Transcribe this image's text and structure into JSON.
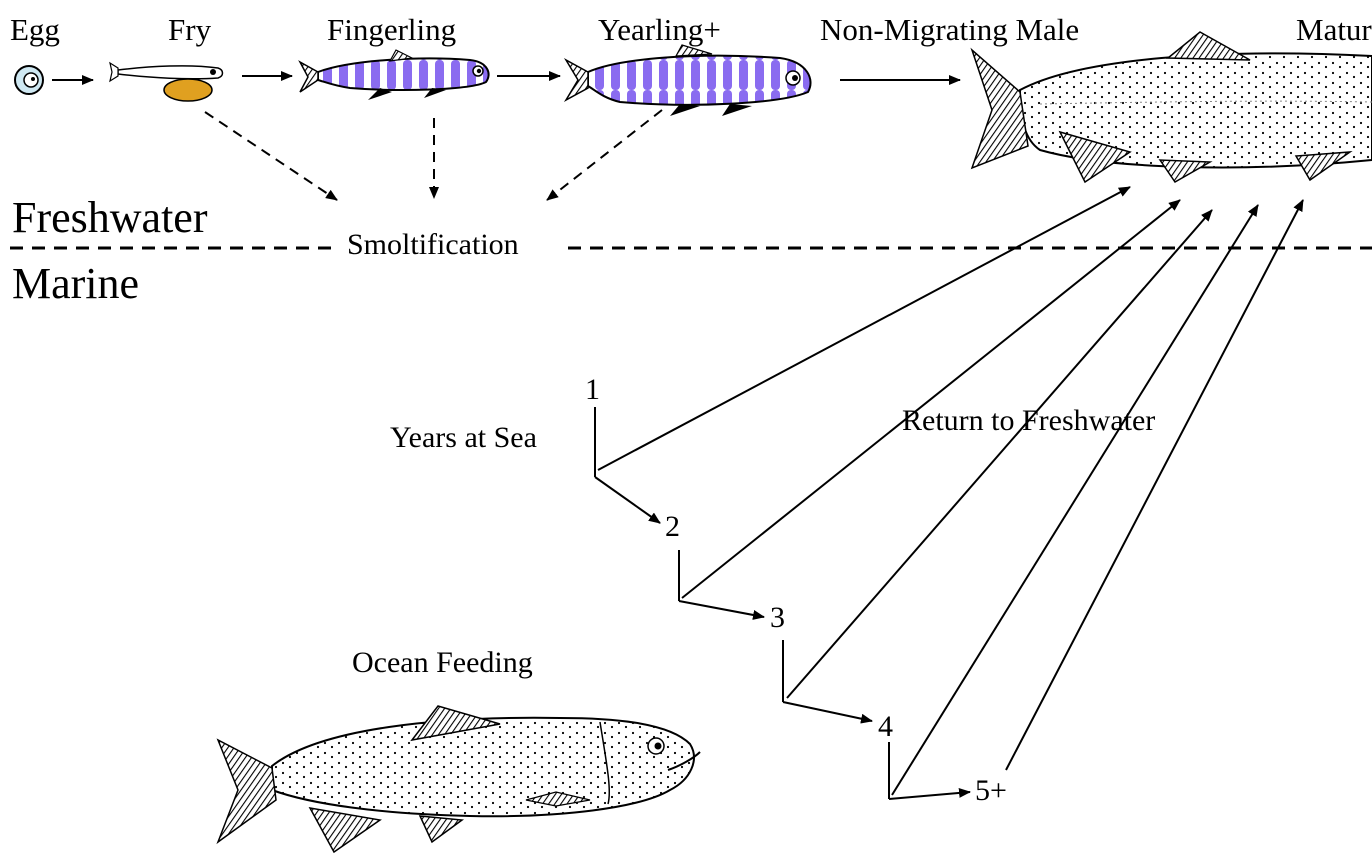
{
  "stages": {
    "egg": "Egg",
    "fry": "Fry",
    "fingerling": "Fingerling",
    "yearling": "Yearling+",
    "non_migrating_male": "Non-Migrating Male",
    "mature": "Mature"
  },
  "zones": {
    "freshwater": "Freshwater",
    "marine": "Marine",
    "smoltification": "Smoltification"
  },
  "sea": {
    "years_at_sea": "Years at Sea",
    "return_to_freshwater": "Return to Freshwater",
    "ocean_feeding": "Ocean Feeding",
    "years": [
      "1",
      "2",
      "3",
      "4",
      "5+"
    ]
  },
  "colors": {
    "ink": "#000000",
    "parr_marks": "#8a6cf0",
    "yolk_sac": "#e0a020",
    "egg_fill": "#cfe8f2"
  }
}
